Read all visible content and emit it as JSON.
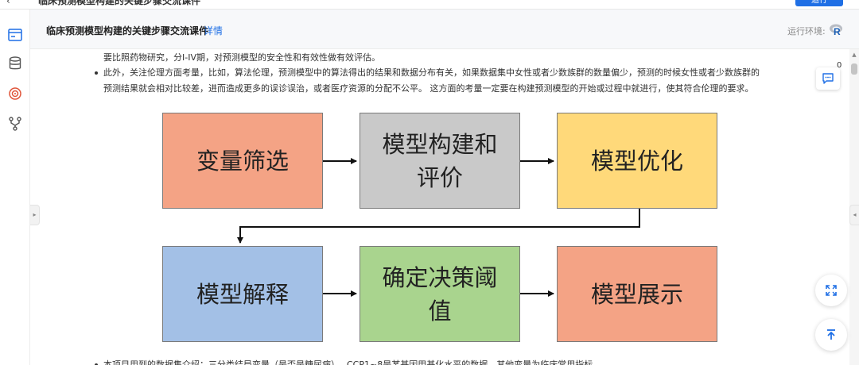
{
  "topbar": {
    "back_icon": "chevron-left-icon",
    "title": "临床预测模型构建的关键步骤交流课件",
    "run_label": "运行"
  },
  "sidebar": {
    "items": [
      {
        "icon": "file-browser-icon",
        "active": true
      },
      {
        "icon": "database-icon",
        "active": false
      },
      {
        "icon": "target-icon",
        "active": false
      },
      {
        "icon": "branch-icon",
        "active": false
      }
    ]
  },
  "header": {
    "title": "临床预测模型构建的关键步骤交流课件",
    "detail_link": "详情",
    "env_label": "运行环境:",
    "env_icon": "r-language-icon"
  },
  "content": {
    "lines": [
      "要比照药物研究，分I-IV期，对预测模型的安全性和有效性做有效评估。",
      "此外，关注伦理方面考量，比如，算法伦理，预测模型中的算法得出的结果和数据分布有关，如果数据集中女性或者少数族群的数量偏少，预测的时候女性或者少数族群的",
      "预测结果就会相对比较差，进而造成更多的误诊误治，或者医疗资源的分配不公平。 这方面的考量一定要在构建预测模型的开始或过程中就进行，使其符合伦理的要求。",
      "本项目用到的数据集介绍：三分类结局变量（是否是糖尿病）， CCP1~8是某基因甲基化水平的数据，其他变量为临床常用指标"
    ]
  },
  "flowchart": {
    "steps": [
      {
        "label": "变量筛选",
        "color": "#f4a385"
      },
      {
        "label": "模型构建和评价",
        "color": "#c9c9c9"
      },
      {
        "label": "模型优化",
        "color": "#ffd97a"
      },
      {
        "label": "模型解释",
        "color": "#a3c0e6"
      },
      {
        "label": "确定决策阈值",
        "color": "#a9d48e"
      },
      {
        "label": "模型展示",
        "color": "#f4a385"
      }
    ]
  },
  "right_rail": {
    "comment_count": "0",
    "comment_icon": "comment-icon",
    "fullscreen_icon": "expand-icon",
    "top_icon": "back-to-top-icon"
  },
  "colors": {
    "accent": "#1f6fe5",
    "header_bg": "#f7f8fa"
  }
}
